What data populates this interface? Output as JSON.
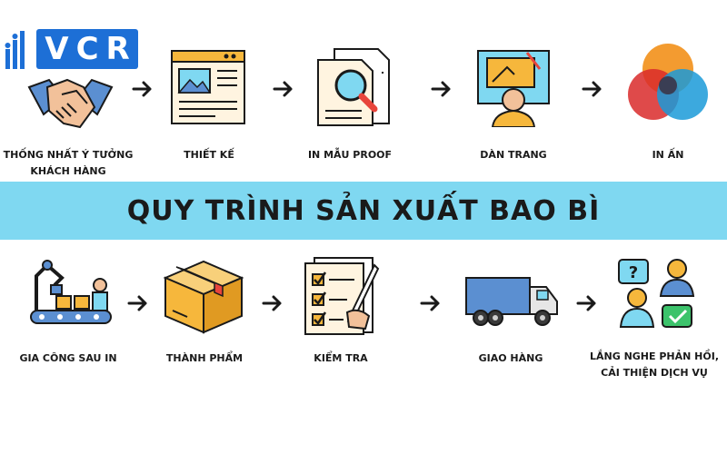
{
  "logo": {
    "letters": [
      "V",
      "C",
      "R"
    ]
  },
  "banner": {
    "title": "QUY TRÌNH SẢN XUẤT BAO BÌ"
  },
  "steps_top": [
    {
      "label": "THỐNG NHẤT Ý TƯỞNG\nKHÁCH HÀNG",
      "icon": "handshake-icon"
    },
    {
      "label": "THIẾT KẾ",
      "icon": "web-layout-icon"
    },
    {
      "label": "IN MẪU PROOF",
      "icon": "document-magnifier-icon"
    },
    {
      "label": "DÀN TRANG",
      "icon": "designer-monitor-icon"
    },
    {
      "label": "IN ẤN",
      "icon": "color-circles-icon"
    }
  ],
  "steps_bottom": [
    {
      "label": "GIA CÔNG SAU IN",
      "icon": "factory-robot-icon"
    },
    {
      "label": "THÀNH PHẨM",
      "icon": "box-icon"
    },
    {
      "label": "KIỂM TRA",
      "icon": "checklist-icon"
    },
    {
      "label": "GIAO HÀNG",
      "icon": "truck-icon"
    },
    {
      "label": "LẮNG NGHE PHẢN HỒI,\nCẢI THIỆN DỊCH VỤ",
      "icon": "feedback-people-icon"
    }
  ],
  "colors": {
    "banner": "#7fd8f1",
    "logo": "#1d6fd6",
    "box": "#f6b73c",
    "truck": "#5b8fd1"
  }
}
